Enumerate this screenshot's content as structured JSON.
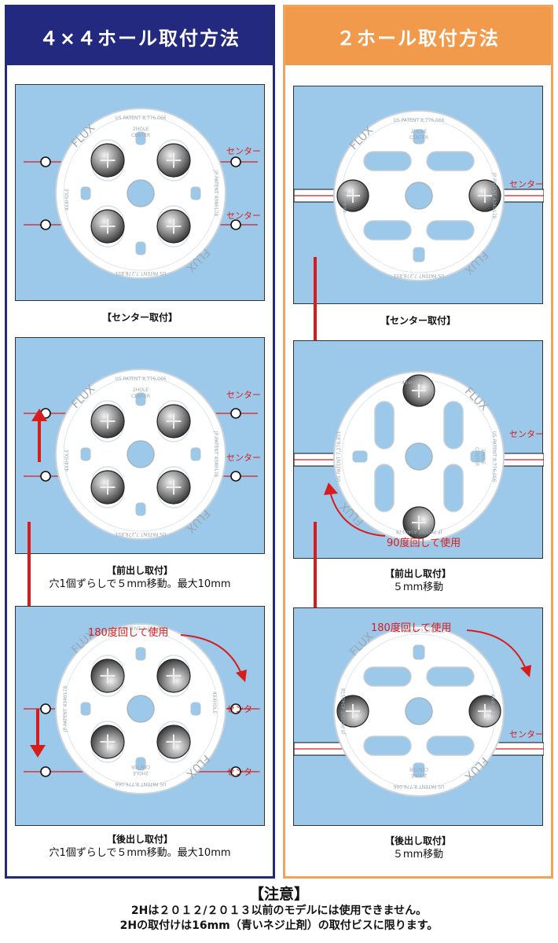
{
  "left": {
    "header": "４×４ホール取付方法",
    "panels": [
      {
        "caption_title": "【センター取付】",
        "caption_sub": ""
      },
      {
        "caption_title": "【前出し取付】",
        "caption_sub": "穴1個ずらしで５mm移動。最大10mm"
      },
      {
        "caption_title": "【後出し取付】",
        "caption_sub": "穴1個ずらしで５mm移動。最大10mm"
      }
    ],
    "rotate_label": "180度回して使用"
  },
  "right": {
    "header": "２ホール取付方法",
    "panels": [
      {
        "caption_title": "【センター取付】",
        "caption_sub": ""
      },
      {
        "caption_title": "【前出し取付】",
        "caption_sub": "５mm移動"
      },
      {
        "caption_title": "【後出し取付】",
        "caption_sub": "５mm移動"
      }
    ],
    "rotate90_label": "90度回して使用",
    "rotate180_label": "180度回して使用"
  },
  "center_label": "センター",
  "plate_text": {
    "brand": "FLUX",
    "patent_us1": "US PATENT 8,776,066",
    "patent_us2": "US PATENT 7,278,851",
    "patent_jp": "JP PATENT 4340178",
    "marks_center": "CENTER",
    "marks_2hole": "2HOLE",
    "marks_4x4": "4X4HOLE"
  },
  "note": {
    "heading": "【注意】",
    "line1": "2Hは２０１２/２０１３以前のモデルには使用できません。",
    "line2": "2Hの取付けは16mm（青いネジ止剤）の取付ビスに限ります。"
  },
  "colors": {
    "navy": "#23297e",
    "orange": "#f29a4c",
    "panel_blue": "#9cc8ea",
    "red": "#d81c1c"
  }
}
